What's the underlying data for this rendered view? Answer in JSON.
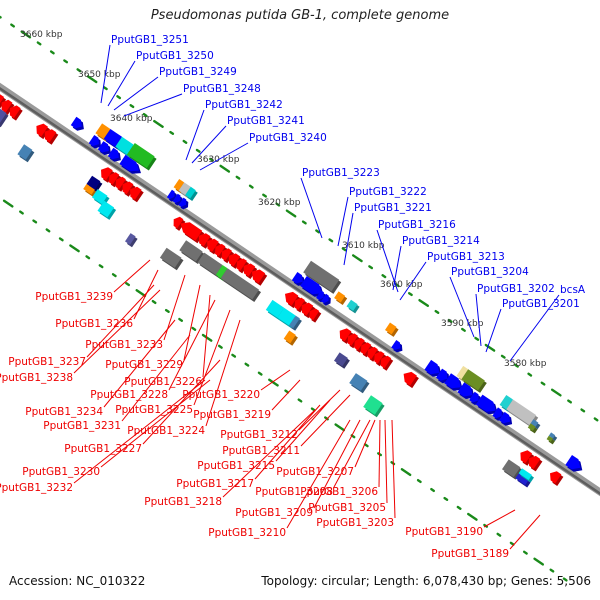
{
  "header": {
    "title": "Pseudomonas putida GB-1, complete genome"
  },
  "footer": {
    "accession": "Accession: NC_010322",
    "summary": "Topology: circular; Length: 6,078,430 bp; Genes: 5,506"
  },
  "colors": {
    "forward_label": "#0000ee",
    "reverse_label": "#ee0000",
    "backbone": "#808080",
    "tick": "#1a8a1a",
    "forward_gene": "#0000ff",
    "reverse_gene": "#ff0000"
  },
  "scale_ticks": [
    {
      "label": "3660 kbp"
    },
    {
      "label": "3650 kbp"
    },
    {
      "label": "3640 kbp"
    },
    {
      "label": "3630 kbp"
    },
    {
      "label": "3620 kbp"
    },
    {
      "label": "3610 kbp"
    },
    {
      "label": "3600 kbp"
    },
    {
      "label": "3590 kbp"
    },
    {
      "label": "3580 kbp"
    }
  ],
  "forward_labels": [
    {
      "label": "PputGB1_3251"
    },
    {
      "label": "PputGB1_3250"
    },
    {
      "label": "PputGB1_3249"
    },
    {
      "label": "PputGB1_3248"
    },
    {
      "label": "PputGB1_3242"
    },
    {
      "label": "PputGB1_3241"
    },
    {
      "label": "PputGB1_3240"
    },
    {
      "label": "PputGB1_3223"
    },
    {
      "label": "PputGB1_3222"
    },
    {
      "label": "PputGB1_3221"
    },
    {
      "label": "PputGB1_3216"
    },
    {
      "label": "PputGB1_3214"
    },
    {
      "label": "PputGB1_3213"
    },
    {
      "label": "PputGB1_3204"
    },
    {
      "label": "PputGB1_3202"
    },
    {
      "label": "PputGB1_3201"
    },
    {
      "label": "bcsA"
    }
  ],
  "reverse_labels": [
    {
      "label": "PputGB1_3239"
    },
    {
      "label": "PputGB1_3236"
    },
    {
      "label": "PputGB1_3233"
    },
    {
      "label": "PputGB1_3237"
    },
    {
      "label": "PputGB1_3238"
    },
    {
      "label": "PputGB1_3229"
    },
    {
      "label": "PputGB1_3226"
    },
    {
      "label": "PputGB1_3228"
    },
    {
      "label": "PputGB1_3234"
    },
    {
      "label": "PputGB1_3225"
    },
    {
      "label": "PputGB1_3231"
    },
    {
      "label": "PputGB1_3224"
    },
    {
      "label": "PputGB1_3227"
    },
    {
      "label": "PputGB1_3220"
    },
    {
      "label": "PputGB1_3219"
    },
    {
      "label": "PputGB1_3230"
    },
    {
      "label": "PputGB1_3232"
    },
    {
      "label": "PputGB1_3212"
    },
    {
      "label": "PputGB1_3211"
    },
    {
      "label": "PputGB1_3215"
    },
    {
      "label": "PputGB1_3217"
    },
    {
      "label": "PputGB1_3218"
    },
    {
      "label": "PputGB1_3207"
    },
    {
      "label": "PputGB1_3208"
    },
    {
      "label": "PputGB1_3206"
    },
    {
      "label": "PputGB1_3209"
    },
    {
      "label": "PputGB1_3205"
    },
    {
      "label": "PputGB1_3210"
    },
    {
      "label": "PputGB1_3203"
    },
    {
      "label": "PputGB1_3190"
    },
    {
      "label": "PputGB1_3189"
    }
  ]
}
